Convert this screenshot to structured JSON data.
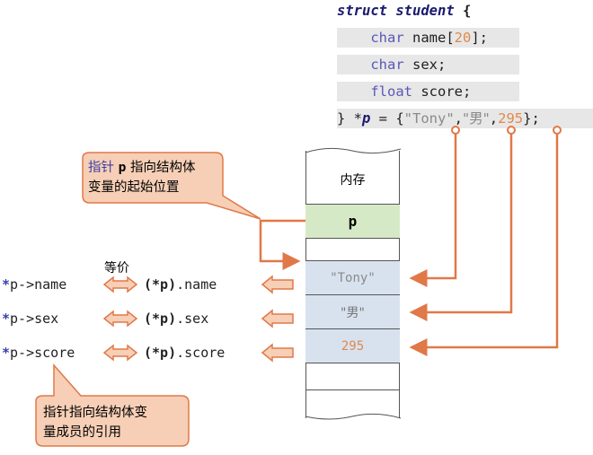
{
  "code": {
    "line1": {
      "kw1": "struct",
      "kw2": "student",
      "brace": "{"
    },
    "line2": {
      "type": "char",
      "name": "name[",
      "num": "20",
      "end": "];"
    },
    "line3": {
      "type": "char",
      "name": "sex;"
    },
    "line4": {
      "type": "float",
      "name": "score;"
    },
    "line5": {
      "pre": "} *",
      "p": "p",
      "eq": " = {",
      "s1": "\"Tony\"",
      "c1": ",",
      "s2": "\"男\"",
      "c2": ",",
      "n": "295",
      "end": "};"
    }
  },
  "memory": {
    "title": "内存",
    "pointer": "p",
    "name_val": "\"Tony\"",
    "sex_val": "\"男\"",
    "score_val": "295"
  },
  "callout_top": {
    "a": "指针",
    "p": "p",
    "b": " 指向结构体",
    "line2": "变量的起始位置"
  },
  "callout_bottom": {
    "line1": "指针指向结构体变",
    "line2": "量成员的引用"
  },
  "equiv_label": "等价",
  "exprs": [
    {
      "star": "*",
      "left": "p->name",
      "right_star": "(*p)",
      "right_rest": ".name"
    },
    {
      "star": "*",
      "left": "p->sex",
      "right_star": "(*p)",
      "right_rest": ".sex"
    },
    {
      "star": "*",
      "left": "p->score",
      "right_star": "(*p)",
      "right_rest": ".score"
    }
  ],
  "colors": {
    "arrow": "#e07848",
    "pointer_cell": "#d6e9c6",
    "member_cell": "#d8e2ef",
    "callout_fill": "#f6cfb6",
    "callout_stroke": "#e07848"
  }
}
